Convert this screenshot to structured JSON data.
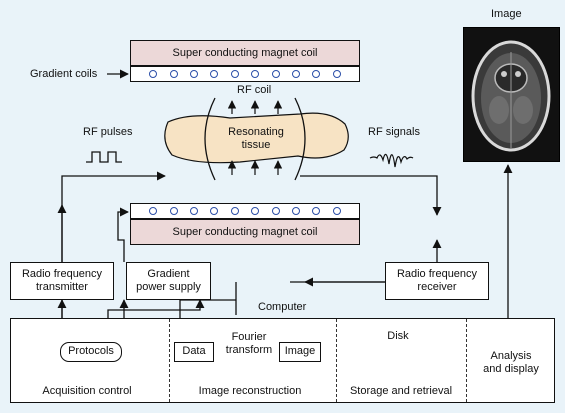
{
  "image_title": "Image",
  "gradient_coils_label": "Gradient coils",
  "top_coil_label": "Super conducting magnet coil",
  "bottom_coil_label": "Super conducting magnet coil",
  "rf_coil_label": "RF coil",
  "tissue_label_line1": "Resonating",
  "tissue_label_line2": "tissue",
  "rf_pulses_label": "RF pulses",
  "rf_signals_label": "RF signals",
  "rf_transmitter_line1": "Radio frequency",
  "rf_transmitter_line2": "transmitter",
  "gradient_power_line1": "Gradient",
  "gradient_power_line2": "power supply",
  "rf_receiver_line1": "Radio frequency",
  "rf_receiver_line2": "receiver",
  "computer_label": "Computer",
  "protocols_label": "Protocols",
  "data_label": "Data",
  "fourier_line1": "Fourier",
  "fourier_line2": "transform",
  "image_box_label": "Image",
  "disk_label": "Disk",
  "analysis_line1": "Analysis",
  "analysis_line2": "and display",
  "acquisition_label": "Acquisition control",
  "reconstruction_label": "Image reconstruction",
  "storage_label": "Storage and retrieval",
  "colors": {
    "background": "#e9f3f9",
    "coil_fill": "#ecd8d8",
    "tissue_fill": "#f7e3c4",
    "coil_dots": "#2b4ea8"
  }
}
